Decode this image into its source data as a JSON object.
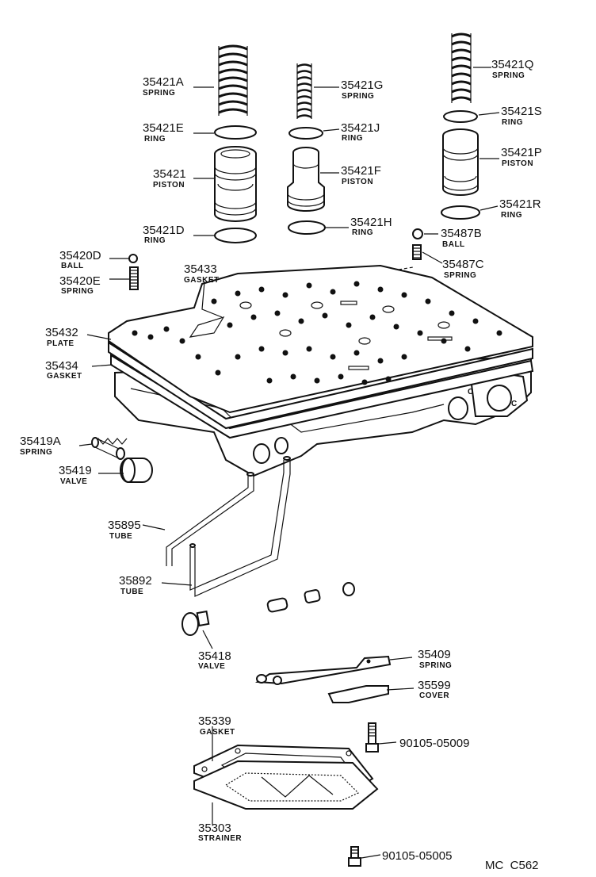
{
  "parts": [
    {
      "id": "p35421A",
      "number": "35421A",
      "name": "SPRING"
    },
    {
      "id": "p35421E",
      "number": "35421E",
      "name": "RING"
    },
    {
      "id": "p35421",
      "number": "35421",
      "name": "PISTON"
    },
    {
      "id": "p35421D",
      "number": "35421D",
      "name": "RING"
    },
    {
      "id": "p35421G",
      "number": "35421G",
      "name": "SPRING"
    },
    {
      "id": "p35421J",
      "number": "35421J",
      "name": "RING"
    },
    {
      "id": "p35421F",
      "number": "35421F",
      "name": "PISTON"
    },
    {
      "id": "p35421H",
      "number": "35421H",
      "name": "RING"
    },
    {
      "id": "p35421Q",
      "number": "35421Q",
      "name": "SPRING"
    },
    {
      "id": "p35421S",
      "number": "35421S",
      "name": "RING"
    },
    {
      "id": "p35421P",
      "number": "35421P",
      "name": "PISTON"
    },
    {
      "id": "p35421R",
      "number": "35421R",
      "name": "RING"
    },
    {
      "id": "p35487B",
      "number": "35487B",
      "name": "BALL"
    },
    {
      "id": "p35487C",
      "number": "35487C",
      "name": "SPRING"
    },
    {
      "id": "p35420D",
      "number": "35420D",
      "name": "BALL"
    },
    {
      "id": "p35420E",
      "number": "35420E",
      "name": "SPRING"
    },
    {
      "id": "p35433",
      "number": "35433",
      "name": "GASKET"
    },
    {
      "id": "p35432",
      "number": "35432",
      "name": "PLATE"
    },
    {
      "id": "p35434",
      "number": "35434",
      "name": "GASKET"
    },
    {
      "id": "p35419A",
      "number": "35419A",
      "name": "SPRING"
    },
    {
      "id": "p35419",
      "number": "35419",
      "name": "VALVE"
    },
    {
      "id": "p35895",
      "number": "35895",
      "name": "TUBE"
    },
    {
      "id": "p35892",
      "number": "35892",
      "name": "TUBE"
    },
    {
      "id": "p35418",
      "number": "35418",
      "name": "VALVE"
    },
    {
      "id": "p35409",
      "number": "35409",
      "name": "SPRING"
    },
    {
      "id": "p35599",
      "number": "35599",
      "name": "COVER"
    },
    {
      "id": "p35339",
      "number": "35339",
      "name": "GASKET"
    },
    {
      "id": "p90105_05009",
      "number": "90105-05009",
      "name": ""
    },
    {
      "id": "p35303",
      "number": "35303",
      "name": "STRAINER"
    },
    {
      "id": "p90105_05005",
      "number": "90105-05005",
      "name": ""
    }
  ],
  "diagram_code": "MC  C562",
  "housing_marks": {
    "c1": "C",
    "c2": "C"
  }
}
